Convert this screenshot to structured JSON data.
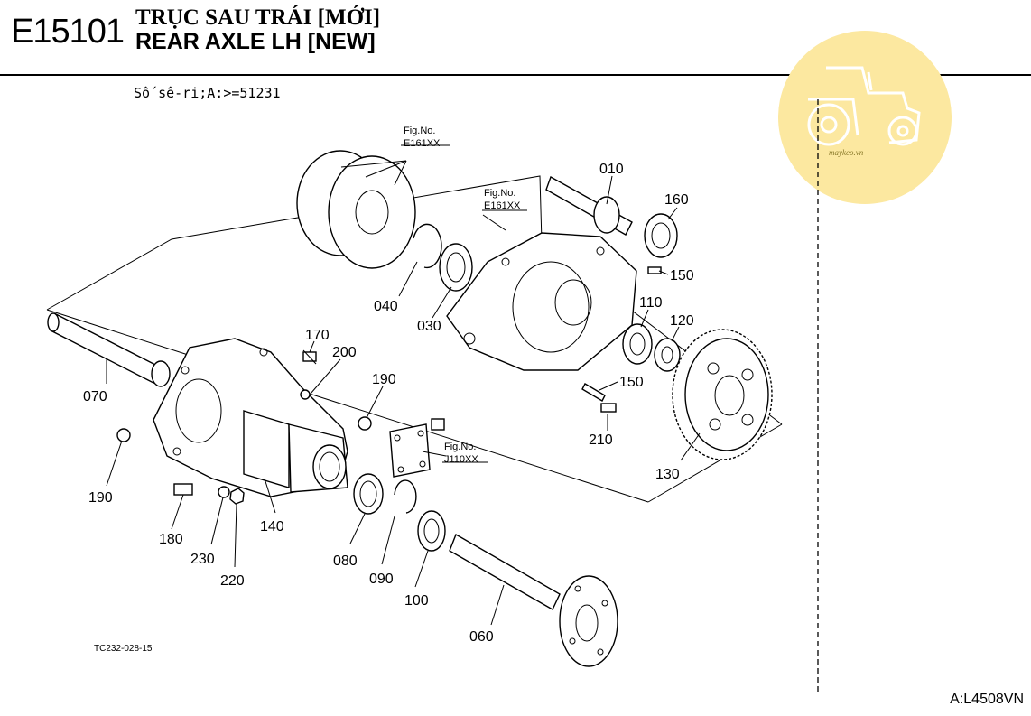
{
  "header": {
    "code": "E15101",
    "title_vi": "TRỤC SAU TRÁI [MỚI]",
    "title_en": "REAR AXLE LH [NEW]"
  },
  "serial_note": "Số sê-ri;A:>=51231",
  "drawing_code": "TC232-028-15",
  "footer_code": "A:L4508VN",
  "watermark": {
    "text": "maykeo.vn",
    "color": "#fce8a0",
    "icon": "tractor-icon"
  },
  "fig_refs": [
    {
      "line1": "Fig.No.",
      "line2": "E161XX"
    },
    {
      "line1": "Fig.No.",
      "line2": "E161XX"
    },
    {
      "line1": "Fig.No.",
      "line2": "J110XX"
    }
  ],
  "parts": [
    {
      "no": "010"
    },
    {
      "no": "160"
    },
    {
      "no": "150"
    },
    {
      "no": "040"
    },
    {
      "no": "030"
    },
    {
      "no": "110"
    },
    {
      "no": "120"
    },
    {
      "no": "150"
    },
    {
      "no": "210"
    },
    {
      "no": "130"
    },
    {
      "no": "170"
    },
    {
      "no": "200"
    },
    {
      "no": "190"
    },
    {
      "no": "070"
    },
    {
      "no": "190"
    },
    {
      "no": "180"
    },
    {
      "no": "230"
    },
    {
      "no": "220"
    },
    {
      "no": "140"
    },
    {
      "no": "080"
    },
    {
      "no": "090"
    },
    {
      "no": "100"
    },
    {
      "no": "060"
    }
  ]
}
